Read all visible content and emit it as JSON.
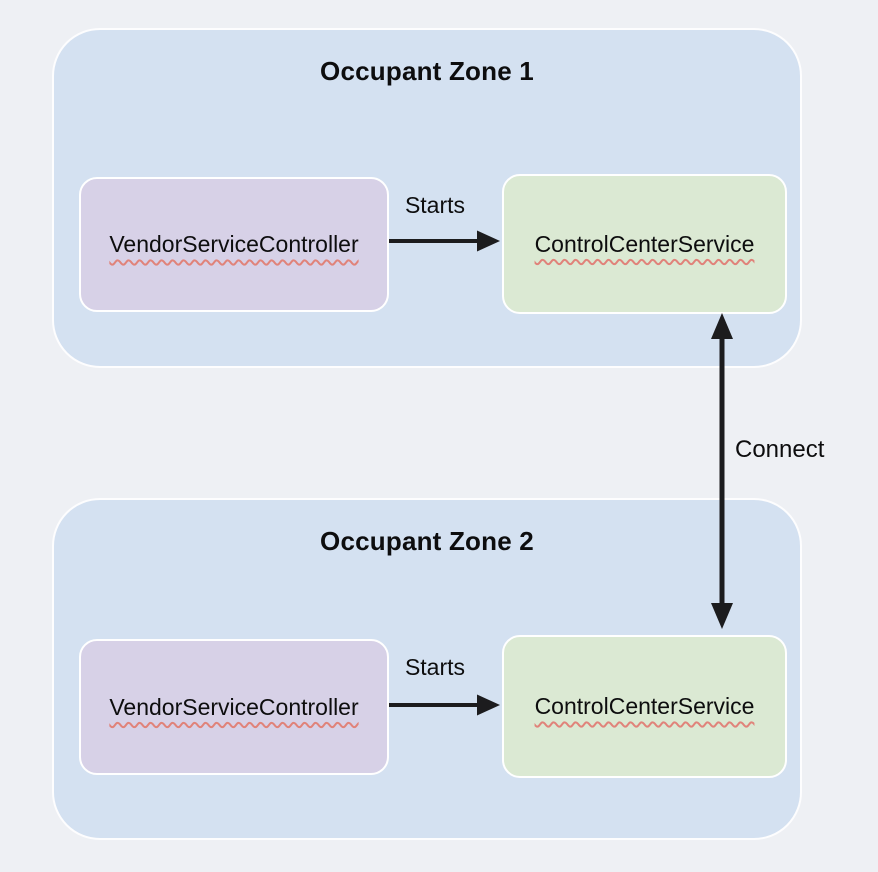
{
  "connect_label": "Connect",
  "zones": [
    {
      "title": "Occupant Zone 1",
      "controller_label": "VendorServiceController",
      "service_label": "ControlCenterService",
      "edge_label": "Starts"
    },
    {
      "title": "Occupant Zone 2",
      "controller_label": "VendorServiceController",
      "service_label": "ControlCenterService",
      "edge_label": "Starts"
    }
  ],
  "colors": {
    "background": "#eef0f4",
    "zone_fill": "#d4e1f1",
    "controller_fill": "#d7d1e7",
    "service_fill": "#dbe9d3",
    "arrow": "#1c1c1e",
    "squiggle": "#e0837a",
    "text": "#0d0d0e"
  }
}
